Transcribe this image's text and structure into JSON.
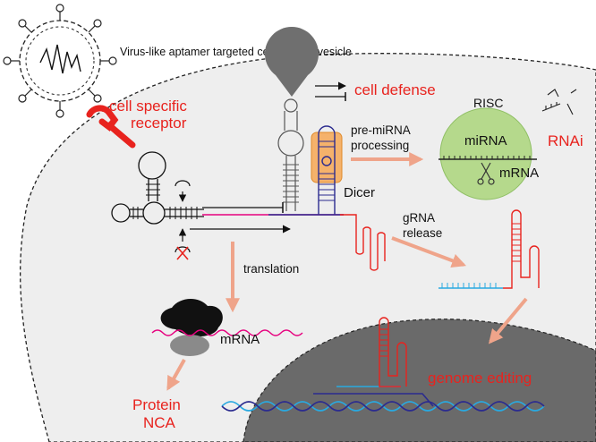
{
  "labels": {
    "vesicle": "Virus-like aptamer targeted cell specific vesicle",
    "receptor_line1": "cell specific",
    "receptor_line2": "receptor",
    "cell_defense": "cell defense",
    "pre_mirna_line1": "pre-miRNA",
    "pre_mirna_line2": "processing",
    "risc": "RISC",
    "mirna": "miRNA",
    "mrna_risc": "mRNA",
    "rnai": "RNAi",
    "dicer": "Dicer",
    "grna_line1": "gRNA",
    "grna_line2": "release",
    "translation": "translation",
    "mrna_ribosome": "mRNA",
    "protein": "Protein",
    "nca": "NCA",
    "genome_editing": "genome editing"
  },
  "colors": {
    "accent_red": "#e8231e",
    "arrow_salmon": "#efa48a",
    "cytoplasm": "#eeeeee",
    "nucleus": "#6a6a6a",
    "risc_green": "#b5d98c",
    "dicer_orange": "#f5b26b",
    "magenta": "#e6007e",
    "cyan": "#29a9e0",
    "navy": "#2b2b8f"
  }
}
